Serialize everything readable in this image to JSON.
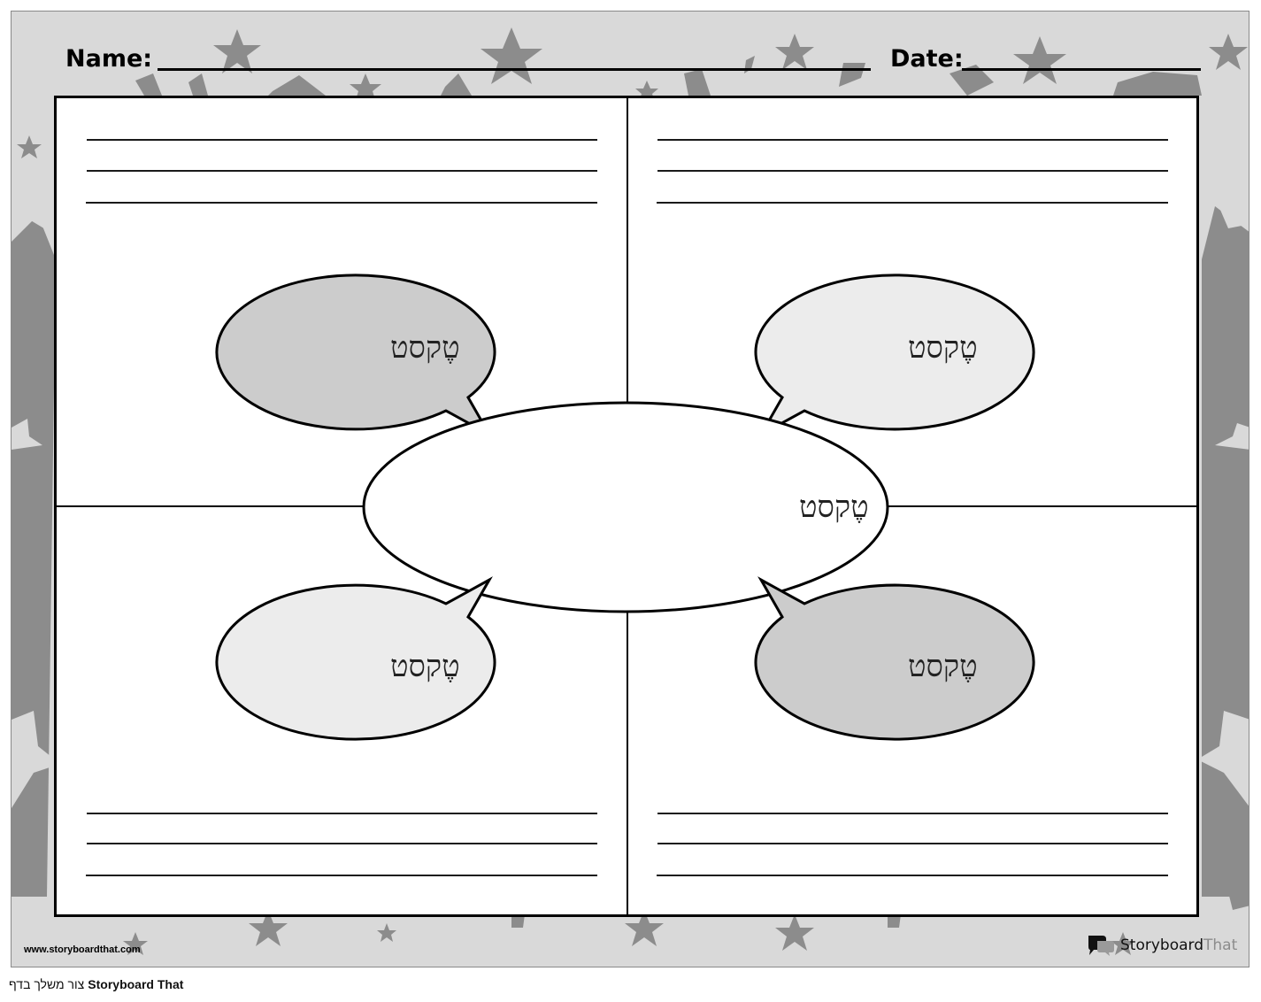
{
  "header": {
    "name_label": "Name:",
    "date_label": "Date:"
  },
  "diagram": {
    "center": {
      "text": "טֶקסט",
      "fill": "#ffffff"
    },
    "bubbles": [
      {
        "position": "top-left",
        "text": "טֶקסט",
        "fill": "#cccccc"
      },
      {
        "position": "top-right",
        "text": "טֶקסט",
        "fill": "#ececec"
      },
      {
        "position": "bottom-left",
        "text": "טֶקסט",
        "fill": "#ececec"
      },
      {
        "position": "bottom-right",
        "text": "טֶקסט",
        "fill": "#cccccc"
      }
    ],
    "lines_per_quadrant": 3
  },
  "footer": {
    "url": "www.storyboardthat.com",
    "logo_main": "Storyboard",
    "logo_accent": "That"
  },
  "caption": {
    "hebrew": "צור משלך בדף",
    "brand": "Storyboard That"
  },
  "colors": {
    "border_bg": "#d9d9d9",
    "stars": "#8c8c8c",
    "ink": "#000000"
  }
}
